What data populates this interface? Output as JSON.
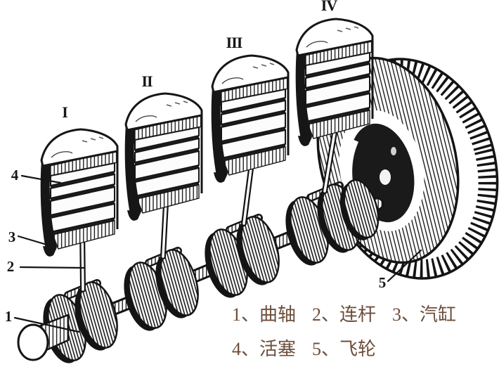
{
  "figure": {
    "description": "Cut-away drawing of a four-cylinder engine: pistons in cylinders, connecting rods, crankshaft and flywheel",
    "cylinder_labels": [
      "I",
      "II",
      "III",
      "IV"
    ],
    "part_numbers": [
      "1",
      "2",
      "3",
      "4",
      "5"
    ],
    "colors": {
      "ink": "#161616",
      "background": "#ffffff",
      "caption_text": "#6d4e3b"
    }
  },
  "legend": {
    "row1": [
      "1、曲轴",
      "2、连杆",
      "3、汽缸"
    ],
    "row2": [
      "4、活塞",
      "5、飞轮"
    ]
  }
}
